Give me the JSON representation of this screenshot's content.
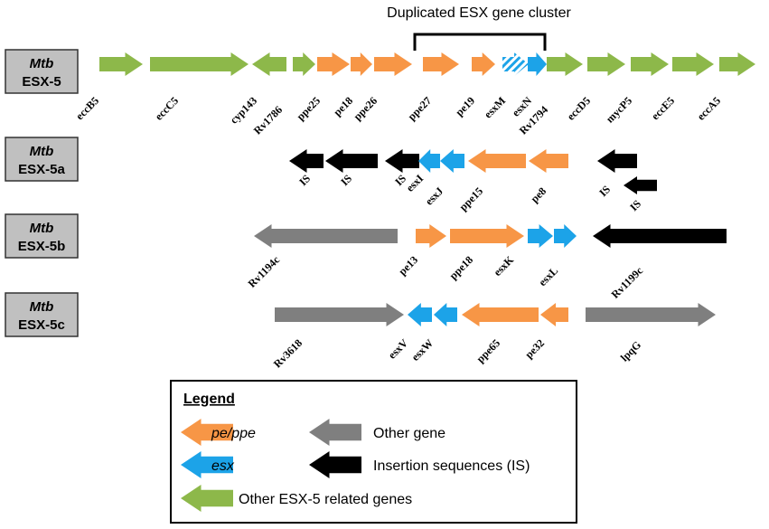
{
  "cluster_title": "Duplicated ESX gene cluster",
  "colors": {
    "pe_ppe": "#F79646",
    "esx": "#1CA3E8",
    "other_gene": "#7F7F7F",
    "is": "#000000",
    "esx5_related": "#8DB84A",
    "box_fill": "#C0C0C0"
  },
  "rows": [
    {
      "id": "esx5",
      "species": "Mtb",
      "name": "ESX-5",
      "genes": [
        {
          "label": "eccB5",
          "type": "esx5_related",
          "dir": "right"
        },
        {
          "label": "eccC5",
          "type": "esx5_related",
          "dir": "right"
        },
        {
          "label": "cyp143",
          "type": "esx5_related",
          "dir": "left"
        },
        {
          "label": "Rv1786",
          "type": "esx5_related",
          "dir": "right"
        },
        {
          "label": "ppe25",
          "type": "pe_ppe",
          "dir": "right"
        },
        {
          "label": "pe18",
          "type": "pe_ppe",
          "dir": "right"
        },
        {
          "label": "ppe26",
          "type": "pe_ppe",
          "dir": "right"
        },
        {
          "label": "ppe27",
          "type": "pe_ppe",
          "dir": "right"
        },
        {
          "label": "pe19",
          "type": "pe_ppe",
          "dir": "right"
        },
        {
          "label": "esxM",
          "type": "esx_hatched",
          "dir": "right"
        },
        {
          "label": "esxN",
          "type": "esx",
          "dir": "right"
        },
        {
          "label": "Rv1794",
          "type": "esx5_related",
          "dir": "right"
        },
        {
          "label": "eccD5",
          "type": "esx5_related",
          "dir": "right"
        },
        {
          "label": "mycP5",
          "type": "esx5_related",
          "dir": "right"
        },
        {
          "label": "eccE5",
          "type": "esx5_related",
          "dir": "right"
        },
        {
          "label": "eccA5",
          "type": "esx5_related",
          "dir": "right"
        }
      ]
    },
    {
      "id": "esx5a",
      "species": "Mtb",
      "name": "ESX-5a",
      "genes": [
        {
          "label": "IS",
          "type": "is",
          "dir": "left"
        },
        {
          "label": "IS",
          "type": "is",
          "dir": "left"
        },
        {
          "label": "IS",
          "type": "is",
          "dir": "left"
        },
        {
          "label": "esxI",
          "type": "esx",
          "dir": "left"
        },
        {
          "label": "esxJ",
          "type": "esx",
          "dir": "left"
        },
        {
          "label": "ppe15",
          "type": "pe_ppe",
          "dir": "left"
        },
        {
          "label": "pe8",
          "type": "pe_ppe",
          "dir": "left"
        },
        {
          "label": "IS",
          "type": "is",
          "dir": "left"
        },
        {
          "label": "IS",
          "type": "is",
          "dir": "left"
        }
      ]
    },
    {
      "id": "esx5b",
      "species": "Mtb",
      "name": "ESX-5b",
      "genes": [
        {
          "label": "Rv1194c",
          "type": "other_gene",
          "dir": "left"
        },
        {
          "label": "pe13",
          "type": "pe_ppe",
          "dir": "right"
        },
        {
          "label": "ppe18",
          "type": "pe_ppe",
          "dir": "right"
        },
        {
          "label": "esxK",
          "type": "esx",
          "dir": "right"
        },
        {
          "label": "esxL",
          "type": "esx",
          "dir": "right"
        },
        {
          "label": "Rv1199c",
          "type": "is",
          "dir": "left"
        }
      ]
    },
    {
      "id": "esx5c",
      "species": "Mtb",
      "name": "ESX-5c",
      "genes": [
        {
          "label": "Rv3618",
          "type": "other_gene",
          "dir": "right"
        },
        {
          "label": "esxV",
          "type": "esx",
          "dir": "left"
        },
        {
          "label": "esxW",
          "type": "esx",
          "dir": "left"
        },
        {
          "label": "ppe65",
          "type": "pe_ppe",
          "dir": "left"
        },
        {
          "label": "pe32",
          "type": "pe_ppe",
          "dir": "left"
        },
        {
          "label": "lpqG",
          "type": "other_gene",
          "dir": "right"
        }
      ]
    }
  ],
  "legend": {
    "title": "Legend",
    "items": [
      {
        "type": "pe_ppe",
        "label": "pe/ppe",
        "italic": true
      },
      {
        "type": "other_gene",
        "label": "Other gene",
        "italic": false
      },
      {
        "type": "esx",
        "label": "esx",
        "italic": true
      },
      {
        "type": "is",
        "label": "Insertion sequences (IS)",
        "italic": false
      },
      {
        "type": "esx5_related",
        "label": "Other ESX-5 related genes",
        "italic": false
      }
    ]
  }
}
